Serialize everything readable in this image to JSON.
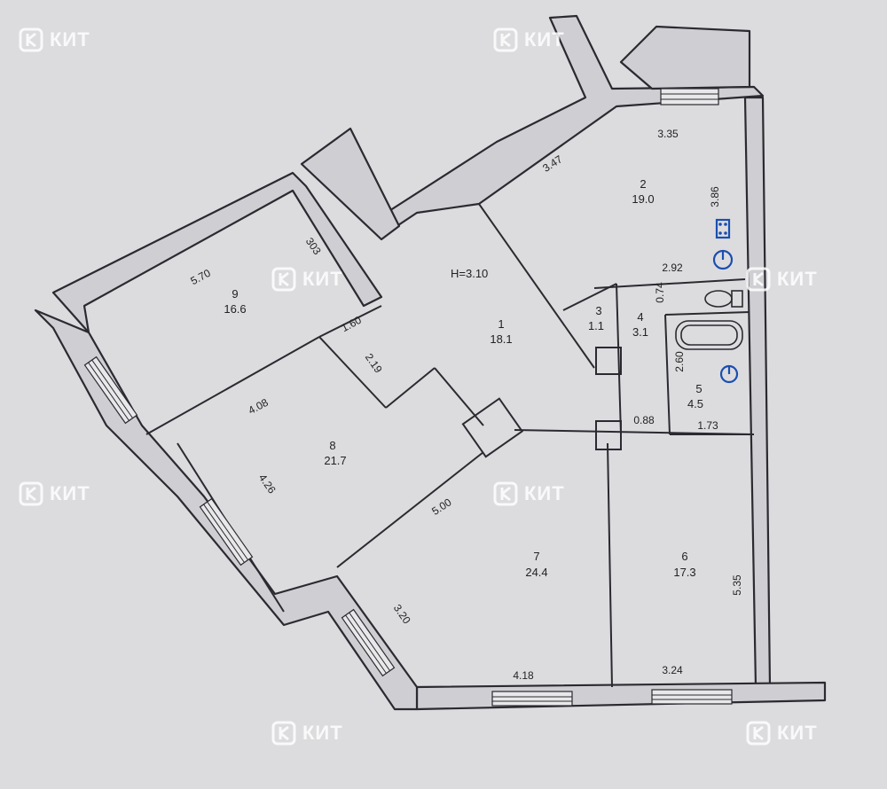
{
  "plan": {
    "height_label": "H=3.10",
    "rooms": [
      {
        "number": "1",
        "area": "18.1"
      },
      {
        "number": "2",
        "area": "19.0"
      },
      {
        "number": "3",
        "area": "1.1"
      },
      {
        "number": "4",
        "area": "3.1"
      },
      {
        "number": "5",
        "area": "4.5"
      },
      {
        "number": "6",
        "area": "17.3"
      },
      {
        "number": "7",
        "area": "24.4"
      },
      {
        "number": "8",
        "area": "21.7"
      },
      {
        "number": "9",
        "area": "16.6"
      }
    ],
    "dimensions": [
      "3.35",
      "3.47",
      "3.86",
      "303",
      "5.70",
      "2.92",
      "0.74",
      "1.60",
      "2.19",
      "4.08",
      "2.60",
      "0.88",
      "1.73",
      "4.26",
      "5.00",
      "5.35",
      "3.20",
      "4.18",
      "3.24"
    ]
  },
  "watermark": {
    "text": "КИТ"
  },
  "colors": {
    "paper": "#dcdcdf",
    "line": "#2a2a30",
    "fixture_blue": "#1a4fb0",
    "watermark": "#ffffff"
  }
}
